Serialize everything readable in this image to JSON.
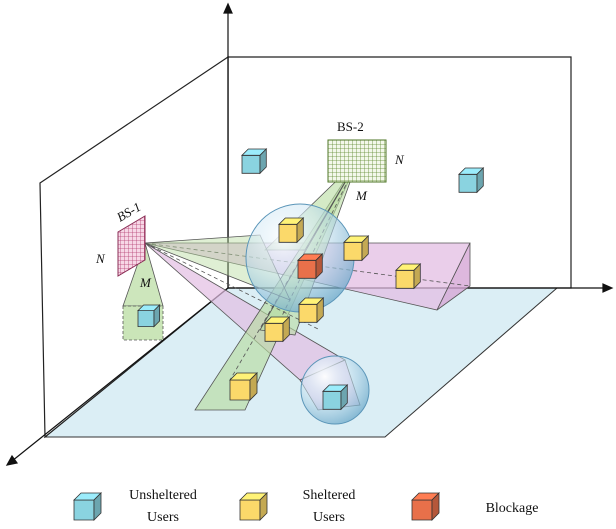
{
  "bs1": {
    "label": "BS-1",
    "n_label": "N",
    "m_label": "M"
  },
  "bs2": {
    "label": "BS-2",
    "n_label": "N",
    "m_label": "M"
  },
  "legend": {
    "unsheltered": {
      "line1": "Unsheltered",
      "line2": "Users"
    },
    "sheltered": {
      "line1": "Sheltered",
      "line2": "Users"
    },
    "blockage": {
      "line1": "Blockage"
    }
  },
  "colors": {
    "unsheltered": "#8ad3e0",
    "sheltered": "#fbd96a",
    "blockage": "#e8704a",
    "floor": "#dbeef5",
    "green_beam": "#b8dca0",
    "purple_beam": "#e3bde3",
    "array_grid": "#6f9a3a",
    "array_grid_bs1": "#c04a7a"
  }
}
